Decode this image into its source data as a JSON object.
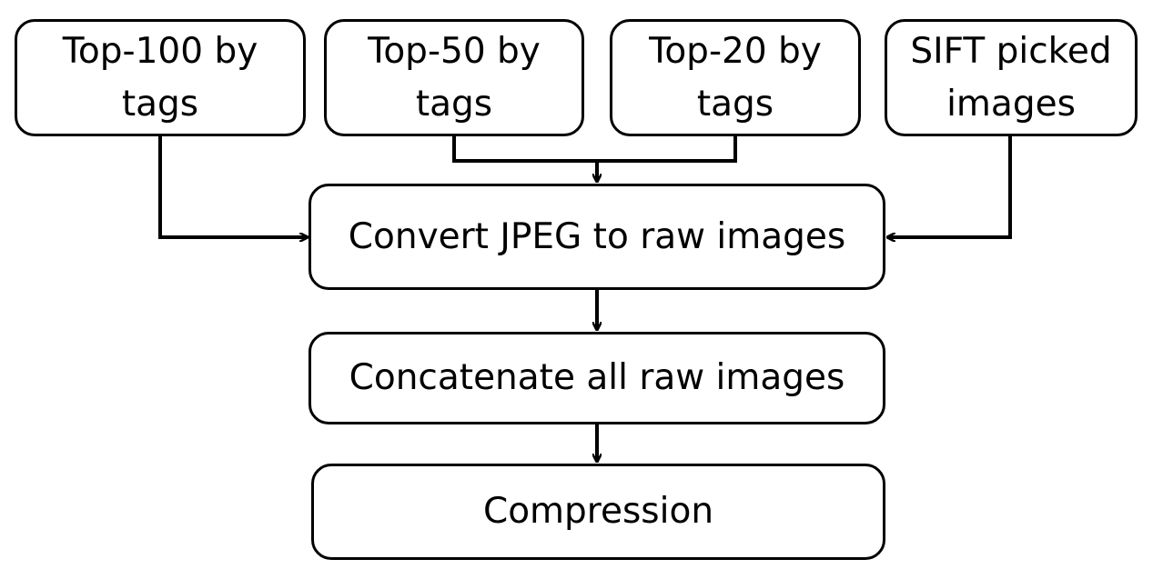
{
  "nodes": {
    "top100": {
      "line1": "Top-100 by",
      "line2": "tags"
    },
    "top50": {
      "line1": "Top-50 by",
      "line2": "tags"
    },
    "top20": {
      "line1": "Top-20 by",
      "line2": "tags"
    },
    "sift": {
      "line1": "SIFT picked",
      "line2": "images"
    },
    "convert": {
      "label": "Convert JPEG to raw images"
    },
    "concat": {
      "label": "Concatenate all raw images"
    },
    "compress": {
      "label": "Compression"
    }
  },
  "colors": {
    "stroke": "#000000",
    "background": "#ffffff"
  }
}
